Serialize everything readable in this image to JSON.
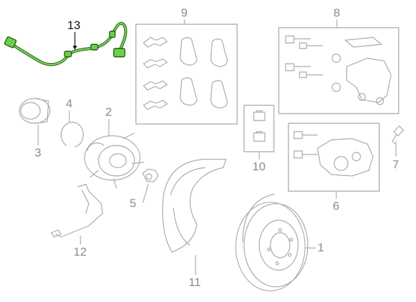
{
  "callouts": [
    {
      "id": "1",
      "label": "1"
    },
    {
      "id": "2",
      "label": "2"
    },
    {
      "id": "3",
      "label": "3"
    },
    {
      "id": "4",
      "label": "4"
    },
    {
      "id": "5",
      "label": "5"
    },
    {
      "id": "6",
      "label": "6"
    },
    {
      "id": "7",
      "label": "7"
    },
    {
      "id": "8",
      "label": "8"
    },
    {
      "id": "9",
      "label": "9"
    },
    {
      "id": "10",
      "label": "10"
    },
    {
      "id": "11",
      "label": "11"
    },
    {
      "id": "12",
      "label": "12"
    },
    {
      "id": "13",
      "label": "13"
    }
  ],
  "highlight_color": "#6fcf4a",
  "line_color": "#a9a9a9"
}
